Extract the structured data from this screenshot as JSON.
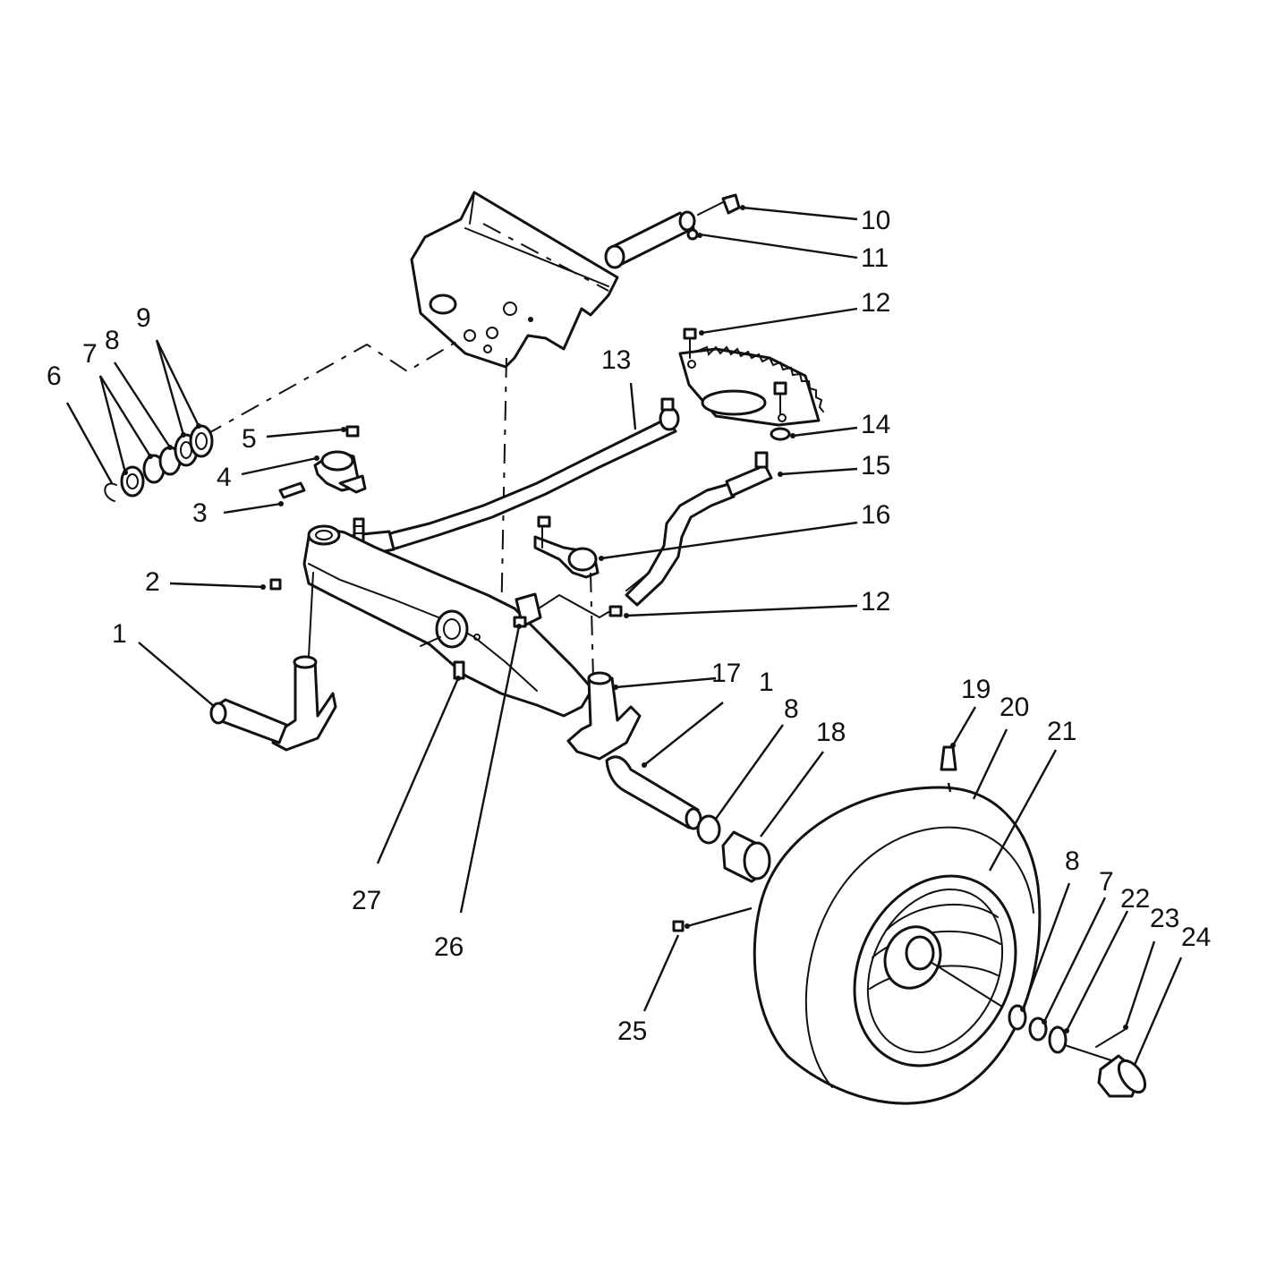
{
  "colors": {
    "ink": "#111111",
    "paper": "#ffffff"
  },
  "callouts": [
    {
      "id": "c1a",
      "label": "1"
    },
    {
      "id": "c1b",
      "label": "1"
    },
    {
      "id": "c2",
      "label": "2"
    },
    {
      "id": "c3",
      "label": "3"
    },
    {
      "id": "c4",
      "label": "4"
    },
    {
      "id": "c5",
      "label": "5"
    },
    {
      "id": "c6",
      "label": "6"
    },
    {
      "id": "c7a",
      "label": "7"
    },
    {
      "id": "c7b",
      "label": "7"
    },
    {
      "id": "c8a",
      "label": "8"
    },
    {
      "id": "c8b",
      "label": "8"
    },
    {
      "id": "c8c",
      "label": "8"
    },
    {
      "id": "c9",
      "label": "9"
    },
    {
      "id": "c10",
      "label": "10"
    },
    {
      "id": "c11",
      "label": "11"
    },
    {
      "id": "c12a",
      "label": "12"
    },
    {
      "id": "c12b",
      "label": "12"
    },
    {
      "id": "c13",
      "label": "13"
    },
    {
      "id": "c14",
      "label": "14"
    },
    {
      "id": "c15",
      "label": "15"
    },
    {
      "id": "c16",
      "label": "16"
    },
    {
      "id": "c17",
      "label": "17"
    },
    {
      "id": "c18",
      "label": "18"
    },
    {
      "id": "c19",
      "label": "19"
    },
    {
      "id": "c20",
      "label": "20"
    },
    {
      "id": "c21",
      "label": "21"
    },
    {
      "id": "c22",
      "label": "22"
    },
    {
      "id": "c23",
      "label": "23"
    },
    {
      "id": "c24",
      "label": "24"
    },
    {
      "id": "c25",
      "label": "25"
    },
    {
      "id": "c26",
      "label": "26"
    },
    {
      "id": "c27",
      "label": "27"
    }
  ]
}
